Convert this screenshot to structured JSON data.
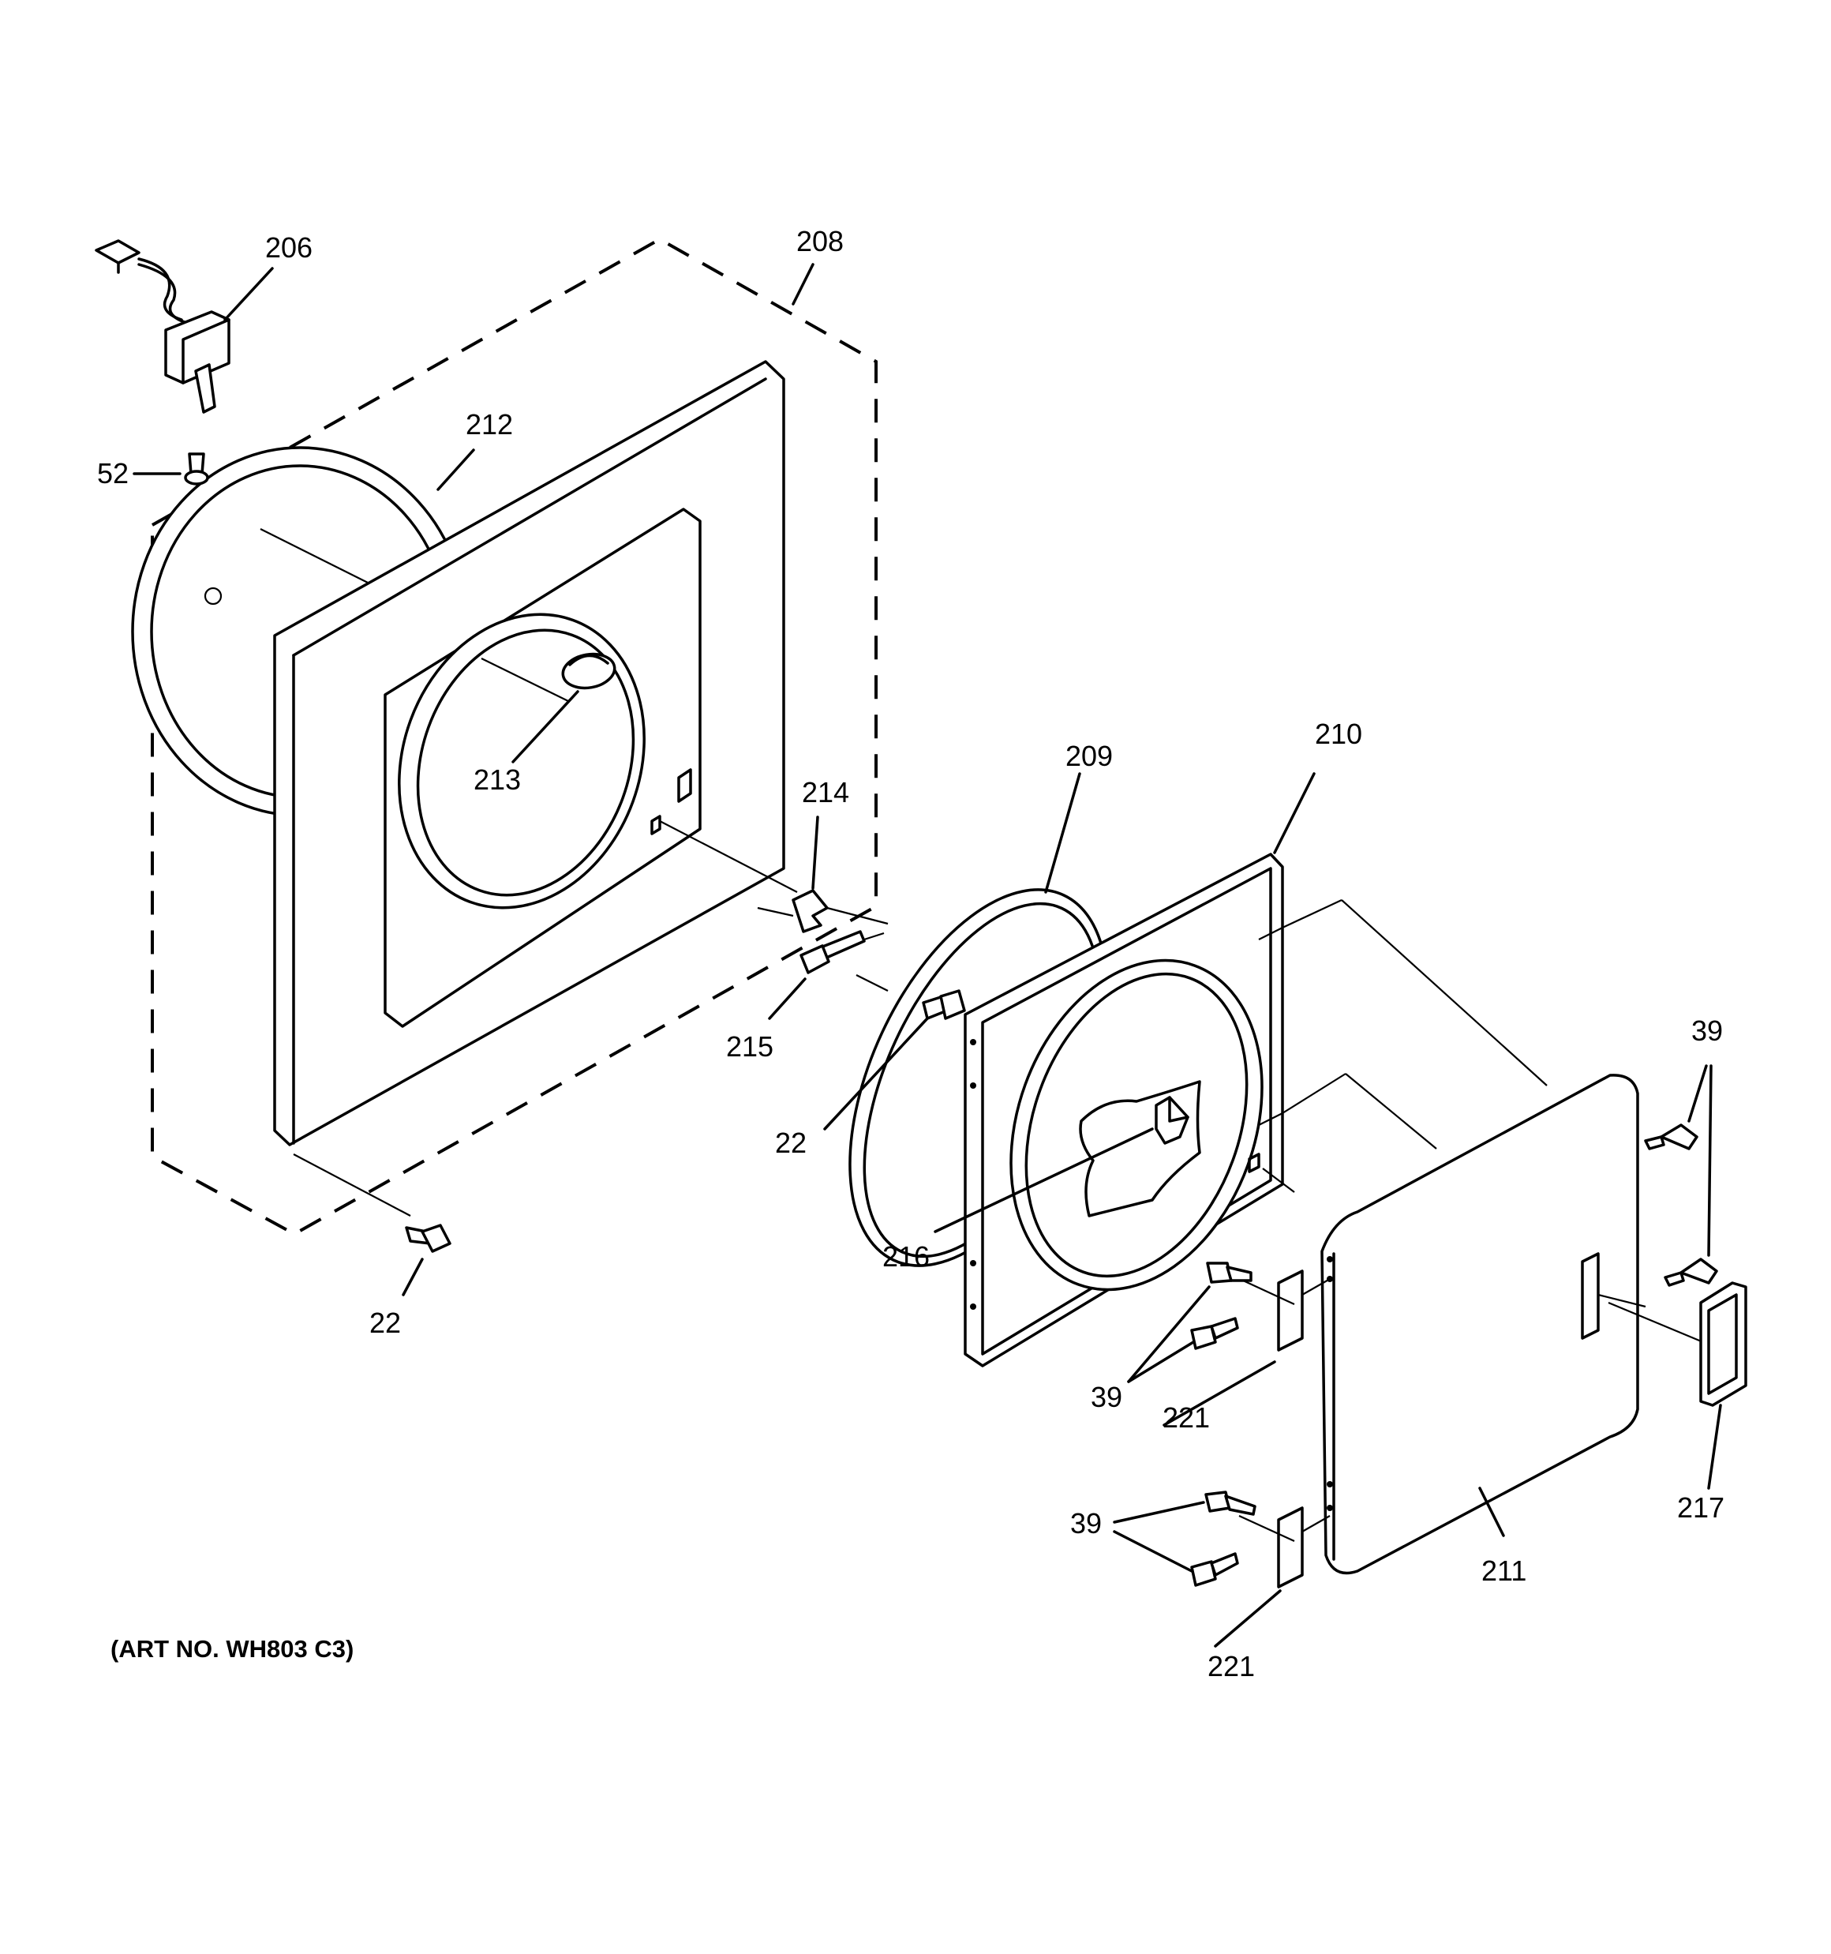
{
  "figure": {
    "art_number": "(ART NO. WH803 C3)",
    "callouts": {
      "c206": "206",
      "c208": "208",
      "c212": "212",
      "c52": "52",
      "c213": "213",
      "c214": "214",
      "c215": "215",
      "c22a": "22",
      "c22b": "22",
      "c209": "209",
      "c210": "210",
      "c216": "216",
      "c39a": "39",
      "c39b": "39",
      "c39c": "39",
      "c221a": "221",
      "c221b": "221",
      "c211": "211",
      "c217": "217"
    }
  }
}
